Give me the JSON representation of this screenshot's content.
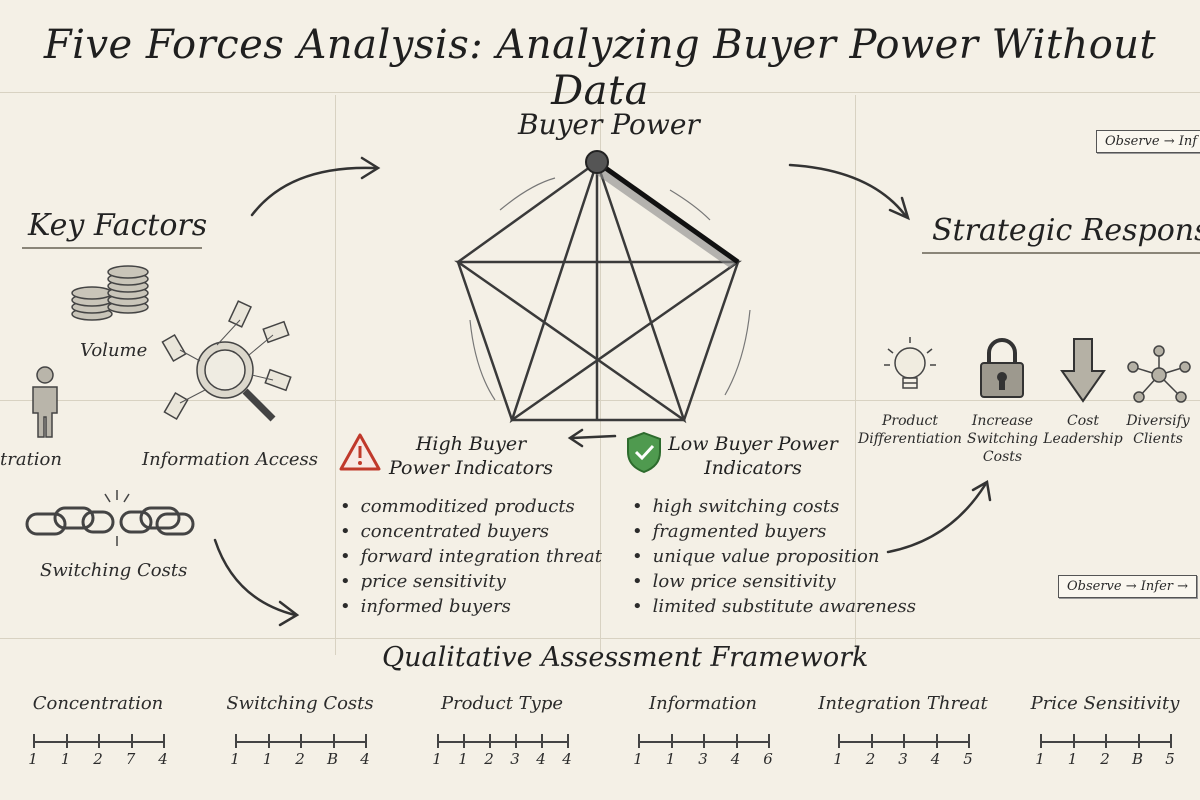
{
  "title": "Five Forces Analysis: Analyzing Buyer Power Without Data",
  "center_heading": "Buyer Power",
  "key_factors": {
    "heading": "Key Factors",
    "items": [
      {
        "label": "Volume",
        "icon": "coins-icon"
      },
      {
        "label": "tration",
        "icon": "person-icon"
      },
      {
        "label": "Information Access",
        "icon": "magnifier-tags-icon"
      },
      {
        "label": "Switching Costs",
        "icon": "broken-chain-icon"
      }
    ]
  },
  "strategic": {
    "heading": "Strategic Response",
    "items": [
      {
        "label": "Product Differentiation",
        "icon": "lightbulb-icon"
      },
      {
        "label": "Increase Switching Costs",
        "icon": "padlock-icon"
      },
      {
        "label": "Cost Leadership",
        "icon": "down-arrow-icon"
      },
      {
        "label": "Diversify Clients",
        "icon": "network-icon"
      }
    ]
  },
  "badges": {
    "top": "Observe → Inf",
    "bottom": "Observe → Infer →"
  },
  "high_indicators": {
    "title": "High Buyer Power Indicators",
    "icon": "warning-triangle-icon",
    "items": [
      "commoditized products",
      "concentrated buyers",
      "forward integration threat",
      "price sensitivity",
      "informed buyers"
    ]
  },
  "low_indicators": {
    "title": "Low Buyer Power Indicators",
    "icon": "shield-check-icon",
    "items": [
      "high switching costs",
      "fragmented buyers",
      "unique value proposition",
      "low price sensitivity",
      "limited substitute awareness"
    ]
  },
  "framework": {
    "heading": "Qualitative Assessment Framework",
    "scales": [
      {
        "name": "Concentration",
        "ticks": [
          "1",
          "1",
          "2",
          "7",
          "4"
        ]
      },
      {
        "name": "Switching Costs",
        "ticks": [
          "1",
          "1",
          "2",
          "B",
          "4"
        ]
      },
      {
        "name": "Product Type",
        "ticks": [
          "1",
          "1",
          "2",
          "3",
          "4",
          "4"
        ]
      },
      {
        "name": "Information",
        "ticks": [
          "1",
          "1",
          "3",
          "4",
          "6"
        ]
      },
      {
        "name": "Integration Threat",
        "ticks": [
          "1",
          "2",
          "3",
          "4",
          "5"
        ]
      },
      {
        "name": "Price Sensitivity",
        "ticks": [
          "1",
          "1",
          "2",
          "B",
          "5"
        ]
      }
    ]
  },
  "colors": {
    "background": "#f4f0e6",
    "ink": "#2b2b2b",
    "warning": "#c0392b",
    "shield": "#3d8b3d"
  }
}
